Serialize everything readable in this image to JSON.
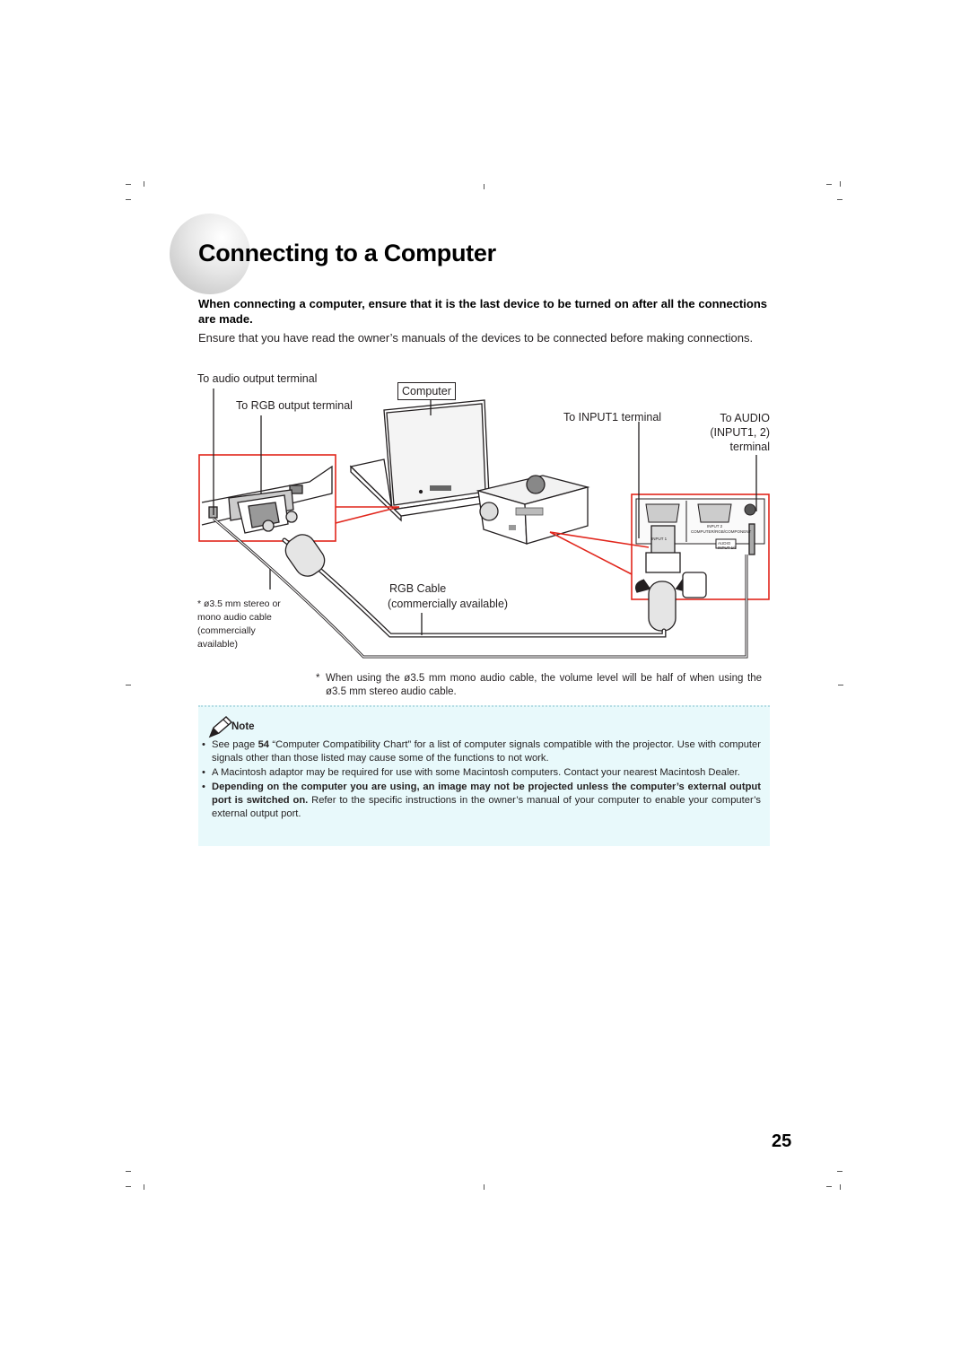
{
  "page": {
    "title": "Connecting to a Computer",
    "intro_bold": "When connecting a computer, ensure that it is the last device to be turned on after all the connections are made.",
    "intro_text": "Ensure that you have read the owner’s manuals of the devices to be connected before making connections.",
    "page_number": "25"
  },
  "diagram": {
    "labels": {
      "audio_output": "To audio output terminal",
      "computer": "Computer",
      "rgb_output": "To RGB output terminal",
      "input1": "To INPUT1 terminal",
      "audio_l1": "To AUDIO",
      "audio_l2": "(INPUT1, 2)",
      "audio_l3": "terminal",
      "rgb_cable_1": "RGB Cable",
      "rgb_cable_2": "(commercially available)",
      "audio_cable_1": "* ø3.5 mm stereo or",
      "audio_cable_2": "mono audio cable",
      "audio_cable_3": "(commercially",
      "audio_cable_4": "available)"
    },
    "panel_text": {
      "input1": "INPUT 1",
      "input2": "INPUT 2",
      "component": "COMPUTER/RGB/COMPONENT",
      "audio": "AUDIO",
      "audio_input": "INPUT 1/2"
    }
  },
  "footnote": {
    "star": "*",
    "text": "When using the ø3.5 mm mono audio cable, the volume level will be half of when using the ø3.5 mm stereo audio cable."
  },
  "note": {
    "heading": "Note",
    "bullet": "•",
    "item1_a": "See page ",
    "item1_b": "54",
    "item1_c": " “Computer Compatibility Chart” for a list of computer signals compatible with the projector. Use with computer signals other than those listed may cause some of the functions to not work.",
    "item2": "A Macintosh adaptor may be required for use with some Macintosh computers. Contact your nearest Macintosh Dealer.",
    "item3_bold": "Depending on the computer you are using, an image may not be projected unless the computer’s external output port is switched on.",
    "item3_text": " Refer to the specific instructions in the owner’s manual of your computer to enable your computer’s external output port."
  }
}
